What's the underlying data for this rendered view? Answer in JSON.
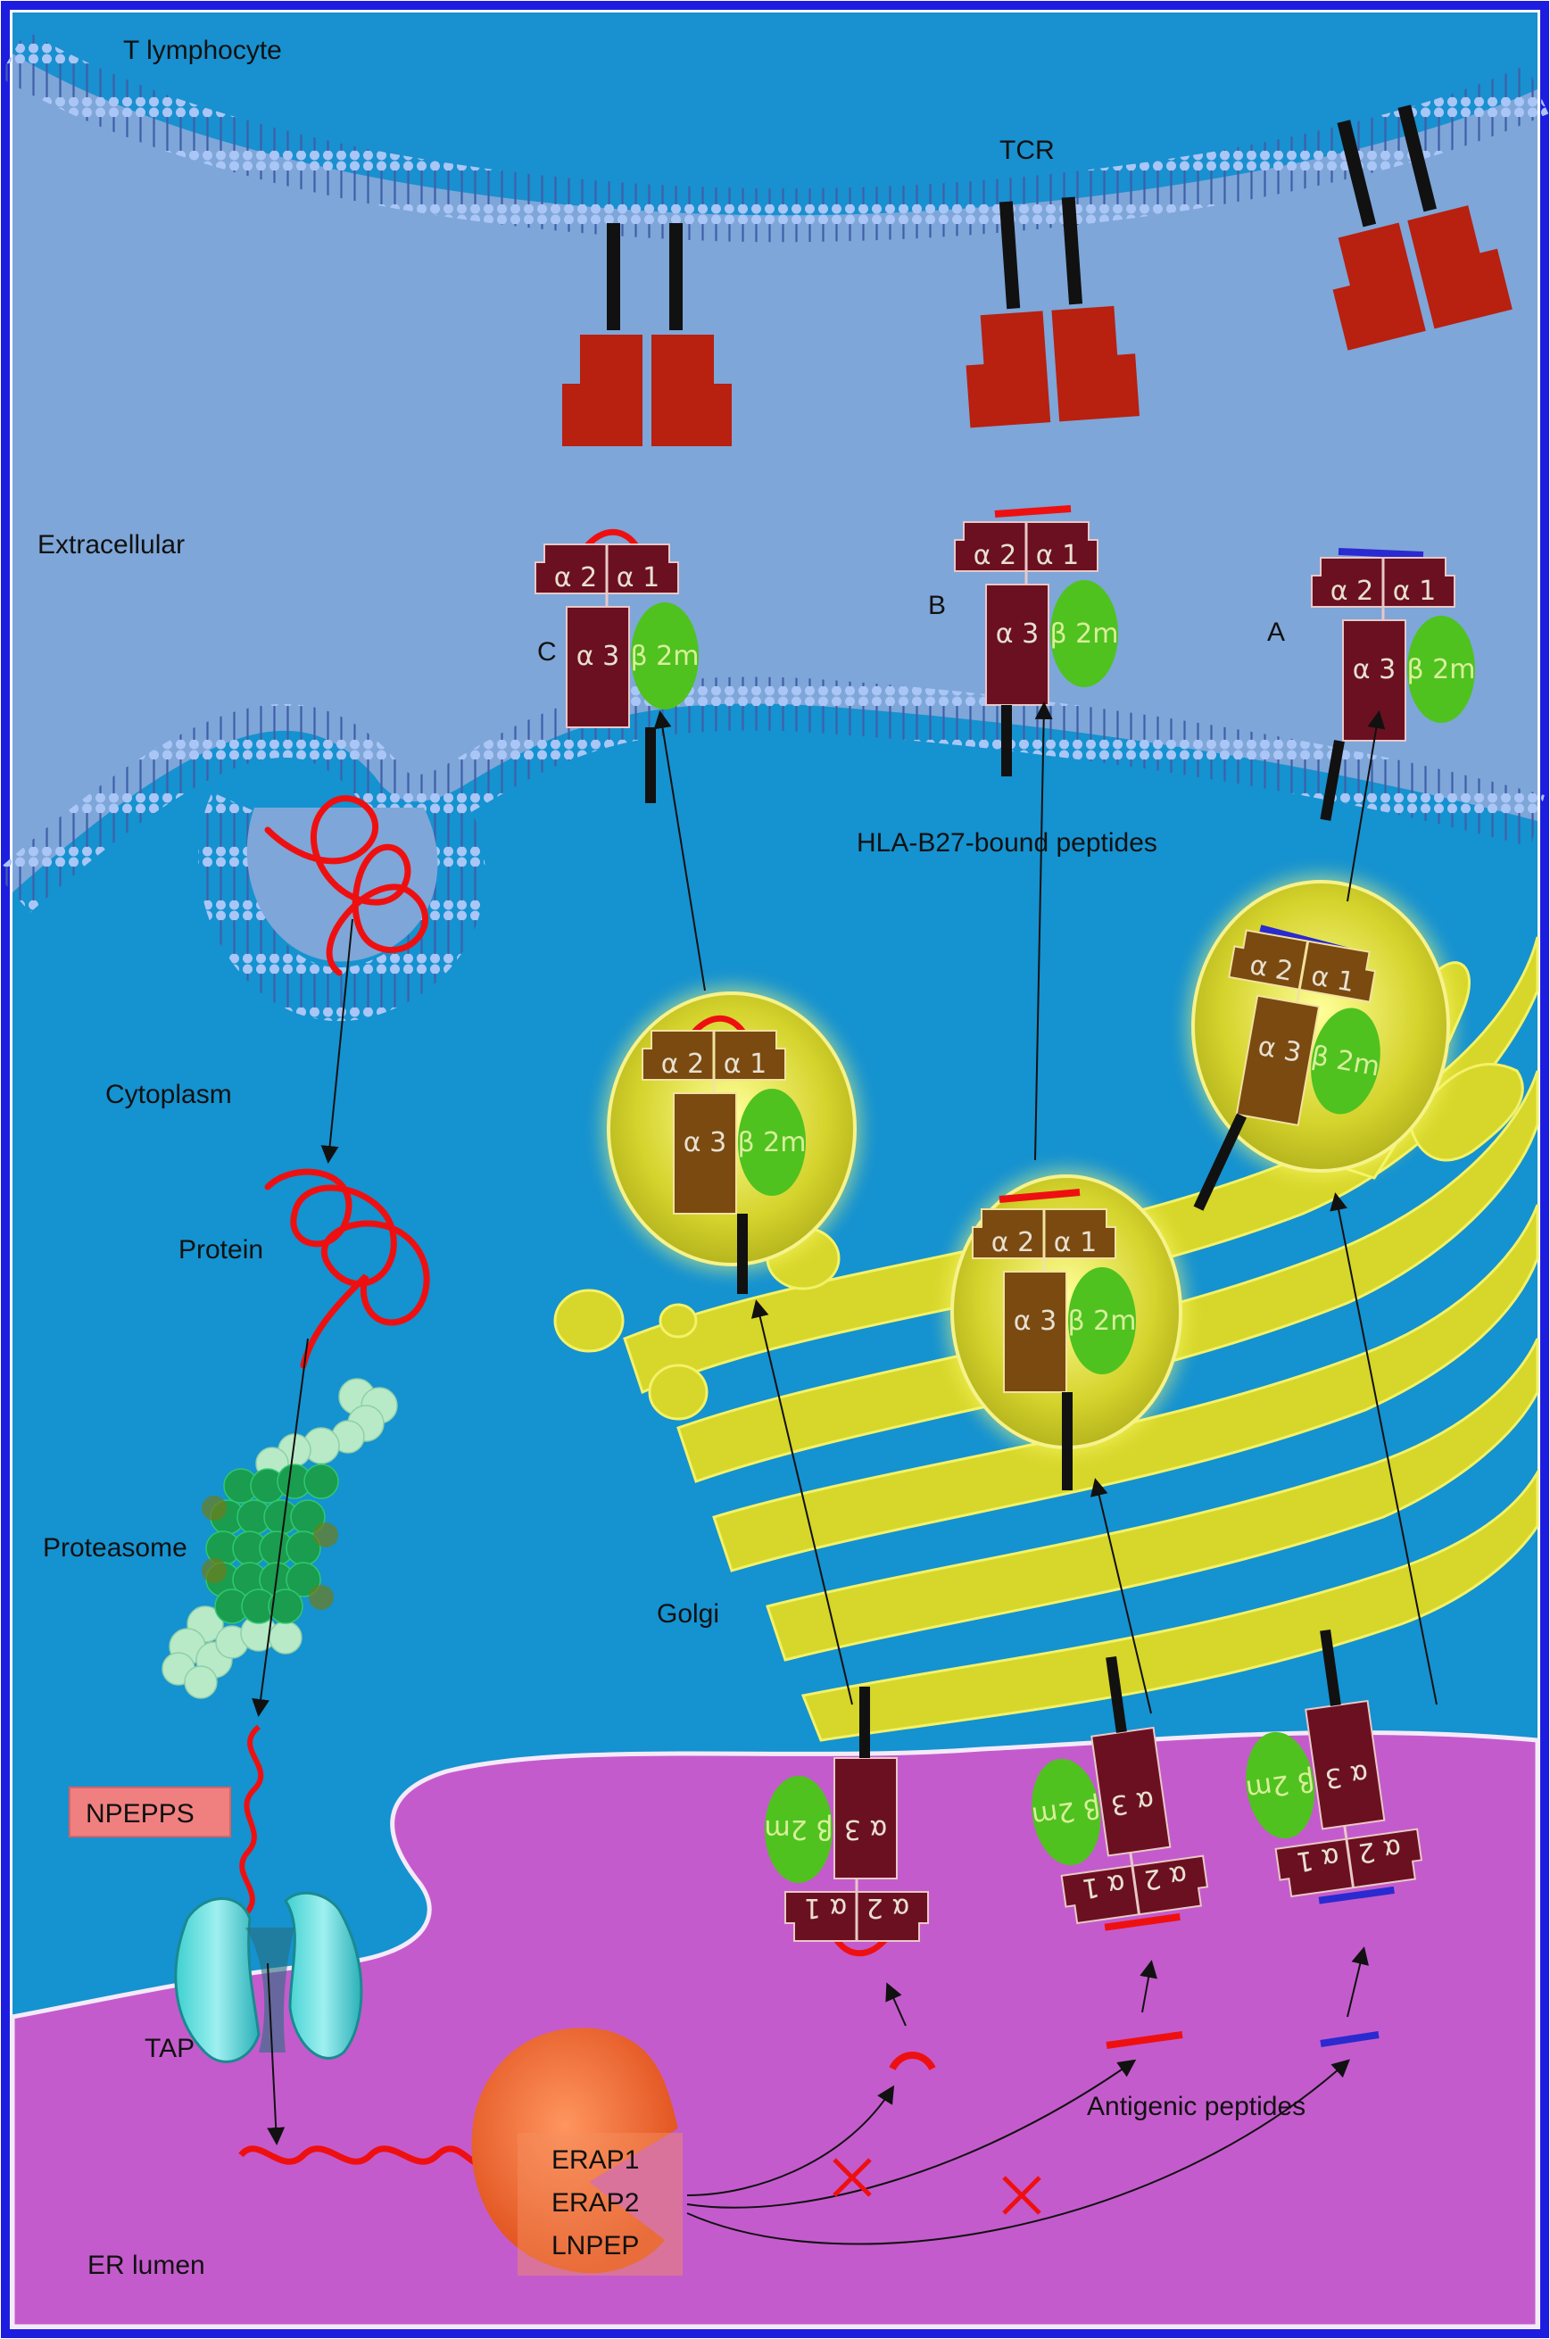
{
  "labels": {
    "t_lymphocyte": "T lymphocyte",
    "tcr": "TCR",
    "extracellular": "Extracellular",
    "cytoplasm": "Cytoplasm",
    "protein": "Protein",
    "proteasome": "Proteasome",
    "golgi": "Golgi",
    "npepps": "NPEPPS",
    "tap": "TAP",
    "er_lumen": "ER lumen",
    "hla_bound": "HLA-B27-bound peptides",
    "antigenic": "Antigenic peptides",
    "enzymes": [
      "ERAP1",
      "ERAP2",
      "LNPEP"
    ],
    "pathways": [
      "C",
      "B",
      "A"
    ]
  },
  "molecule": {
    "a1": "α 1",
    "a2": "α 2",
    "a3": "α 3",
    "b2m": "β 2m"
  },
  "colors": {
    "frame": "#1d1de0",
    "cytoplasm": "#1592d0",
    "extracellular": "#7ea6d8",
    "er": "#c45bcc",
    "golgi": "#d7d62a",
    "hla": "#6b1020",
    "hla_vesicle": "#7a4a10",
    "b2m": "#4fc21f",
    "tcr": "#b82010",
    "peptide_red": "#ee1010",
    "peptide_blue": "#2a2ad0",
    "enzyme": "#f06a30",
    "npepps_box": "#f08080"
  }
}
